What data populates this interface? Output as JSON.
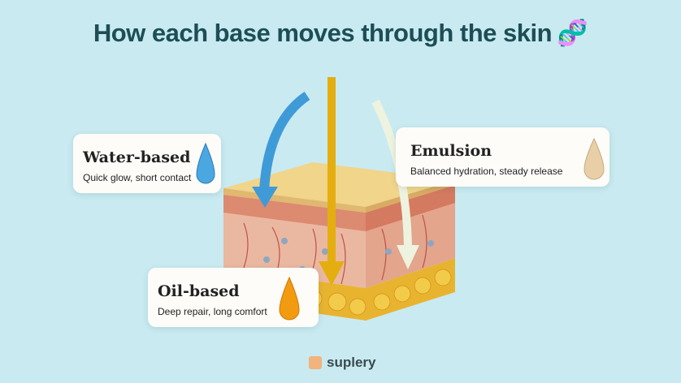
{
  "title": "How each base moves through the skin",
  "title_emoji": "🧬",
  "cards": [
    {
      "heading": "Water-based",
      "subtitle": "Quick glow, short contact",
      "icon": "water-drop-icon",
      "color": "#4aa7e0"
    },
    {
      "heading": "Emulsion",
      "subtitle": "Balanced hydration, steady release",
      "icon": "cream-drop-icon",
      "color": "#e8cfa8"
    },
    {
      "heading": "Oil-based",
      "subtitle": "Deep repair, long comfort",
      "icon": "oil-drop-icon",
      "color": "#f29a10"
    }
  ],
  "brand": {
    "name": "suplery"
  }
}
